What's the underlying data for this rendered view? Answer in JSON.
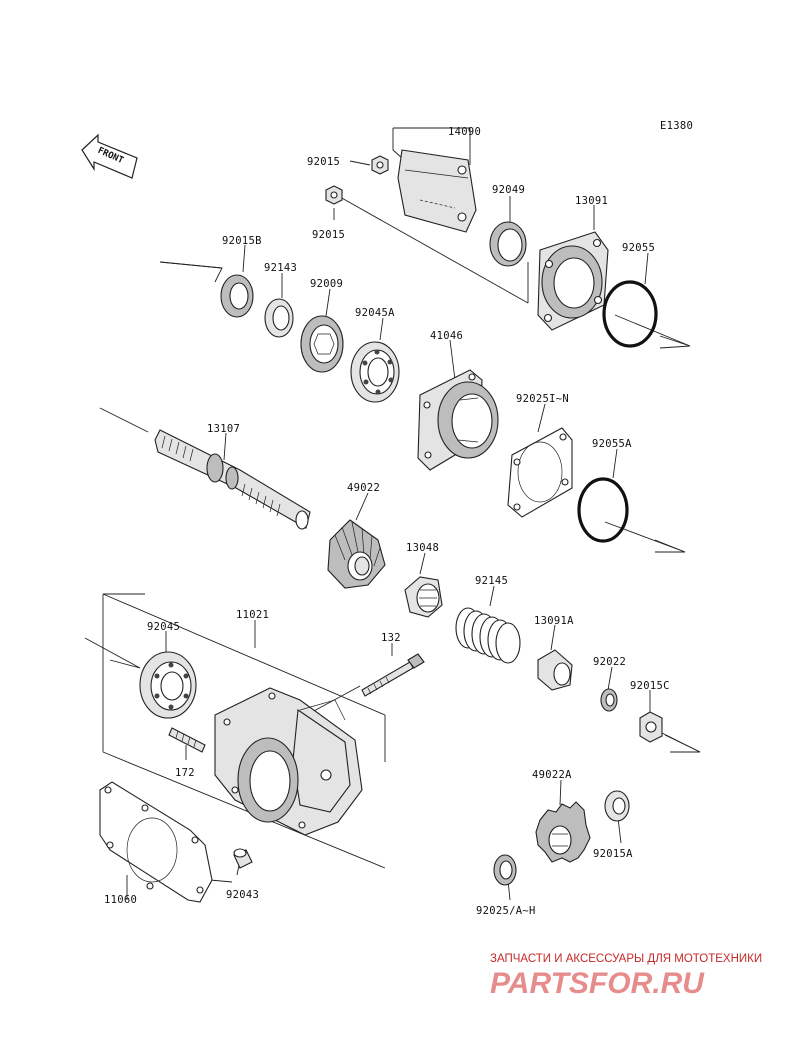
{
  "diagram_code": "E1380",
  "front_label": "FRONT",
  "parts": [
    "14090",
    "92015",
    "92049",
    "13091",
    "92055",
    "92015B",
    "92143",
    "92009",
    "92045A",
    "41046",
    "92025I~N",
    "92055A",
    "13107",
    "49022",
    "13048",
    "92145",
    "13091A",
    "92022",
    "92015C",
    "92045",
    "11021",
    "132",
    "172",
    "11060",
    "92043",
    "49022A",
    "92015A",
    "92025/A~H"
  ],
  "watermark": {
    "tagline": "ЗАПЧАСТИ И АКСЕССУАРЫ ДЛЯ МОТОТЕХНИКИ",
    "brand": "PARTSFOR.RU"
  }
}
